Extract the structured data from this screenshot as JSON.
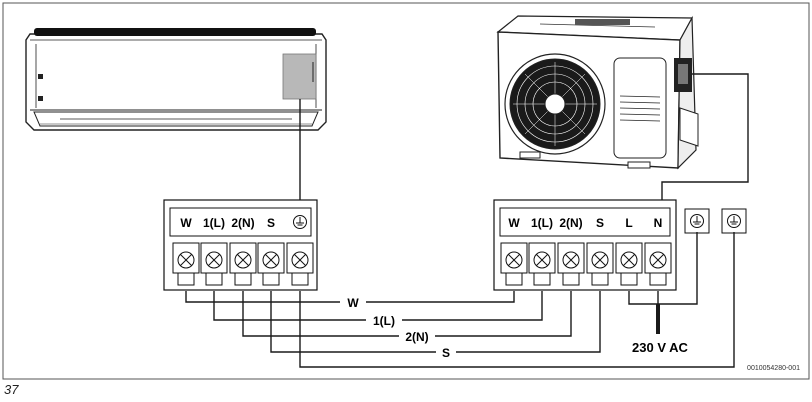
{
  "figure": {
    "number": "37",
    "ref_code": "0010054280-001"
  },
  "indoor_unit": {
    "terminals": [
      "W",
      "1(L)",
      "2(N)",
      "S",
      "earth-icon"
    ]
  },
  "outdoor_unit": {
    "terminals": [
      "W",
      "1(L)",
      "2(N)",
      "S",
      "L",
      "N"
    ],
    "earth_terminals": [
      "earth-icon",
      "earth-icon"
    ]
  },
  "wires": [
    "W",
    "1(L)",
    "2(N)",
    "S"
  ],
  "supply": {
    "label": "230 V AC"
  },
  "colors": {
    "line": "#1a1a1a",
    "panel_grey": "#b5b5b5",
    "frame": "#555555"
  }
}
